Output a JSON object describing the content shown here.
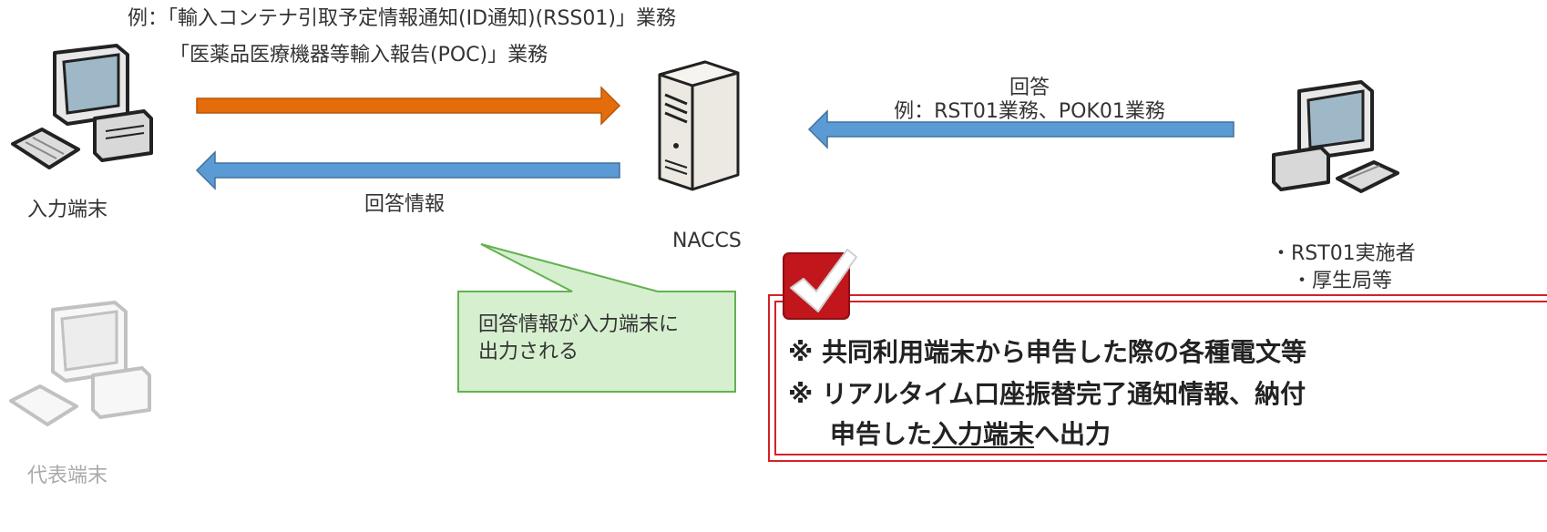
{
  "request": {
    "line1": "例：「輸入コンテナ引取予定情報通知(ID通知)(RSS01)」業務",
    "line2": "「医薬品医療機器等輸入報告(POC)」業務"
  },
  "reply_right": {
    "line1": "回答",
    "line2": "例：RST01業務、POK01業務"
  },
  "reply_left_label": "回答情報",
  "nodes": {
    "input_terminal": "入力端末",
    "naccs": "NACCS",
    "rst01_implementer": "・RST01実施者",
    "mhlw": "・厚生局等",
    "representative_terminal": "代表端末"
  },
  "callout": {
    "line1": "回答情報が入力端末に",
    "line2": "出力される"
  },
  "notice": {
    "line1": "※ 共同利用端末から申告した際の各種電文等",
    "line2": "※ リアルタイム口座振替完了通知情報、納付",
    "line3_pre": "申告した",
    "line3_underlined": "入力端末",
    "line3_post": "へ出力"
  },
  "colors": {
    "orange_arrow": "#e46c0a",
    "blue_arrow": "#5b9bd5",
    "callout_fill": "#d6efcf",
    "callout_border": "#62b24e",
    "notice_border": "#d42127",
    "check_bg": "#c0161c"
  }
}
